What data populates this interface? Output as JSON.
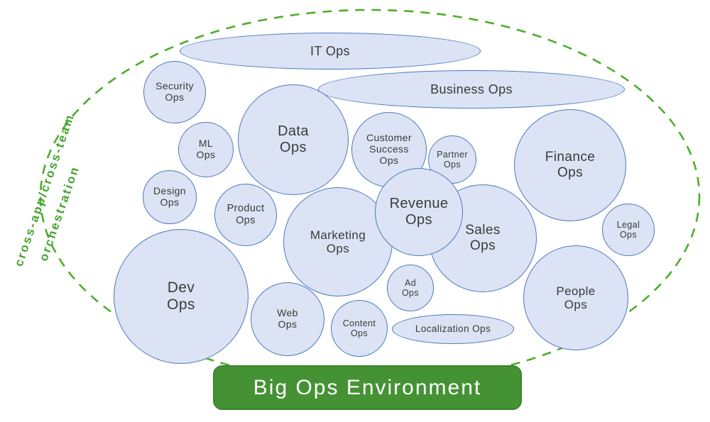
{
  "diagram": {
    "banner_label": "Big Ops Environment",
    "orchestration": {
      "line1": "cross-app/cross-team",
      "line2": "orchestration"
    }
  },
  "bubbles": {
    "it": {
      "label": "IT Ops"
    },
    "business": {
      "label": "Business Ops"
    },
    "security": {
      "label": "Security\nOps"
    },
    "ml": {
      "label": "ML\nOps"
    },
    "data": {
      "label": "Data\nOps"
    },
    "customer": {
      "label": "Customer\nSuccess\nOps"
    },
    "partner": {
      "label": "Partner\nOps"
    },
    "finance": {
      "label": "Finance\nOps"
    },
    "design": {
      "label": "Design\nOps"
    },
    "product": {
      "label": "Product\nOps"
    },
    "marketing": {
      "label": "Marketing\nOps"
    },
    "sales": {
      "label": "Sales\nOps"
    },
    "revenue": {
      "label": "Revenue\nOps"
    },
    "legal": {
      "label": "Legal\nOps"
    },
    "dev": {
      "label": "Dev\nOps"
    },
    "web": {
      "label": "Web\nOps"
    },
    "content": {
      "label": "Content\nOps"
    },
    "ad": {
      "label": "Ad\nOps"
    },
    "localization": {
      "label": "Localization Ops"
    },
    "people": {
      "label": "People\nOps"
    }
  },
  "colors": {
    "bubble_fill": "#dbe3f4",
    "bubble_border": "#4d7abd",
    "label_text": "#3b3b3b",
    "dash_green": "#4cae2c",
    "orchestration_text_green": "#45a32e",
    "banner_green": "#459234",
    "banner_text": "#ffffff"
  }
}
